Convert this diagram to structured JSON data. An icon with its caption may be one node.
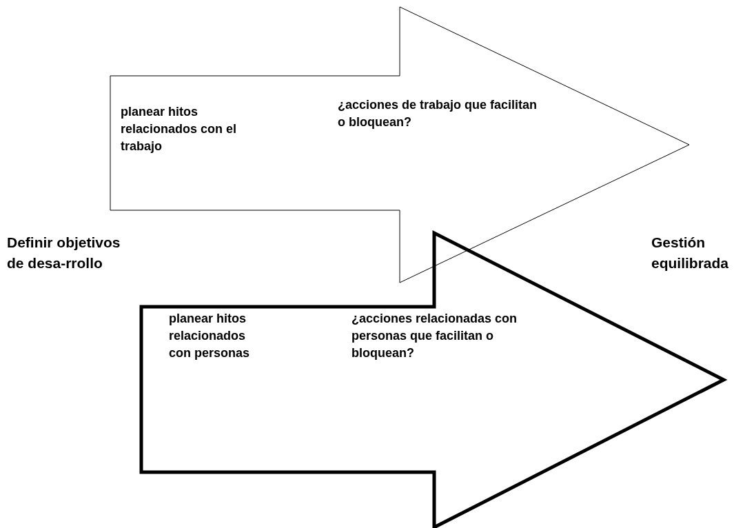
{
  "diagram": {
    "nodes": [
      {
        "text": [
          "planear hitos relacionados con el trabajo",
          "¿acciones de trabajo que facilitan o bloquean?"
        ]
      },
      {
        "text": [
          "planear hitos relacionados con personas",
          "¿acciones relacionadas con personas que facilitan o bloquean?"
        ]
      }
    ],
    "labels": [
      "Definir objetivos de desa-rrollo",
      "Gestión equilibrada"
    ]
  }
}
